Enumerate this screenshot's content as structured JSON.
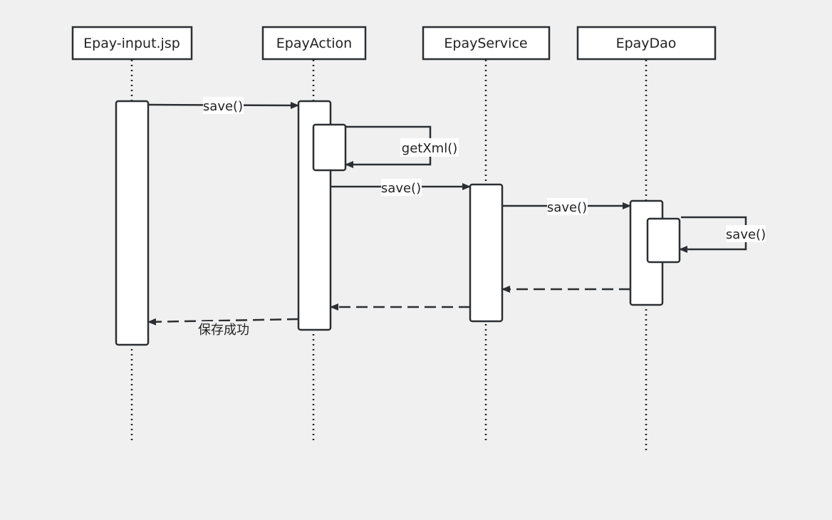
{
  "participants": [
    {
      "id": "p1",
      "name": "Epay-input.jsp"
    },
    {
      "id": "p2",
      "name": "EpayAction"
    },
    {
      "id": "p3",
      "name": "EpayService"
    },
    {
      "id": "p4",
      "name": "EpayDao"
    }
  ],
  "messages": [
    {
      "id": "m1",
      "label": "save()",
      "from": "Epay-input.jsp",
      "to": "EpayAction",
      "style": "solid"
    },
    {
      "id": "m2",
      "label": "getXml()",
      "from": "EpayAction",
      "to": "EpayAction",
      "style": "solid"
    },
    {
      "id": "m3",
      "label": "save()",
      "from": "EpayAction",
      "to": "EpayService",
      "style": "solid"
    },
    {
      "id": "m4",
      "label": "save()",
      "from": "EpayService",
      "to": "EpayDao",
      "style": "solid"
    },
    {
      "id": "m5",
      "label": "save()",
      "from": "EpayDao",
      "to": "EpayDao",
      "style": "solid"
    },
    {
      "id": "m6",
      "label": "",
      "from": "EpayDao",
      "to": "EpayService",
      "style": "dashed"
    },
    {
      "id": "m7",
      "label": "",
      "from": "EpayService",
      "to": "EpayAction",
      "style": "dashed"
    },
    {
      "id": "m8",
      "label": "保存成功",
      "from": "EpayAction",
      "to": "Epay-input.jsp",
      "style": "dashed"
    }
  ],
  "colors": {
    "background": "#f0f0f0",
    "stroke": "#2b2f33",
    "box_fill": "#ffffff",
    "text": "#222222"
  }
}
